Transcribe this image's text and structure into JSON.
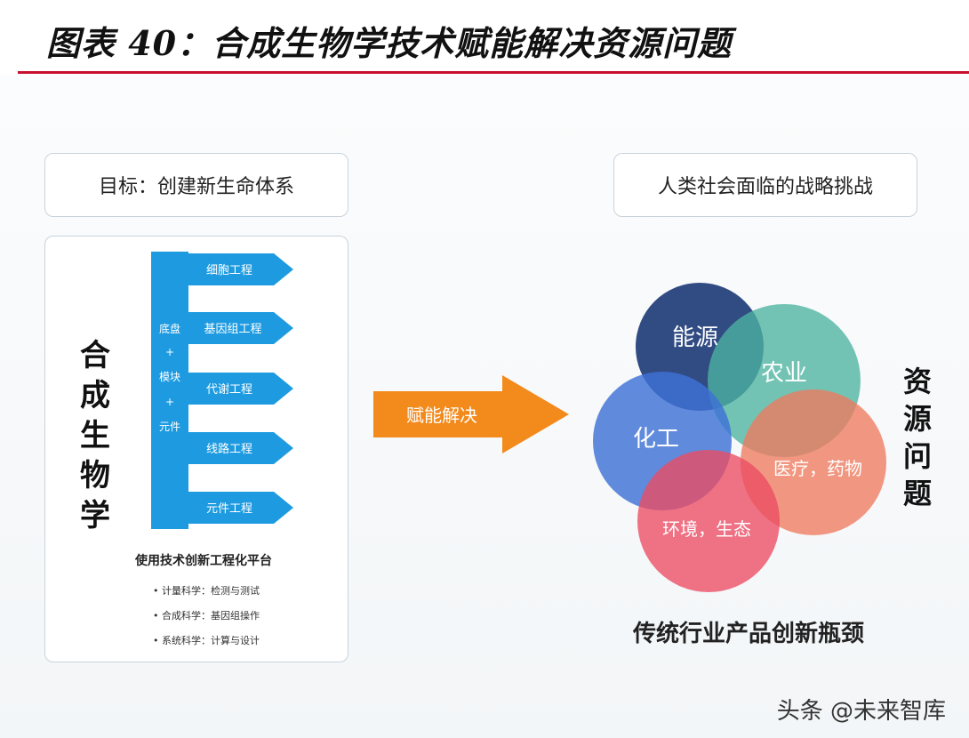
{
  "header": {
    "title": "图表 40：合成生物学技术赋能解决资源问题"
  },
  "left": {
    "goal_label": "目标：创建新生命体系",
    "vertical_label": [
      "合",
      "成",
      "生",
      "物",
      "学"
    ],
    "trunk_labels": [
      "底盘",
      "+",
      "模块",
      "+",
      "元件"
    ],
    "branches": [
      "细胞工程",
      "基因组工程",
      "代谢工程",
      "线路工程",
      "元件工程"
    ],
    "platform": {
      "title": "使用技术创新工程化平台",
      "items": [
        "• 计量科学：检测与测试",
        "• 合成科学：基因组操作",
        "• 系统科学：计算与设计"
      ]
    }
  },
  "center": {
    "arrow_label": "赋能解决"
  },
  "right": {
    "challenge_label": "人类社会面临的战略挑战",
    "vertical_label": [
      "资",
      "源",
      "问",
      "题"
    ],
    "footer": "传统行业产品创新瓶颈",
    "circles": [
      {
        "label": "能源",
        "color": "#1f3c78"
      },
      {
        "label": "农业",
        "color": "#4db3a0"
      },
      {
        "label": "化工",
        "color": "#3e72d6"
      },
      {
        "label": "医疗，药物",
        "color": "#f07a5e"
      },
      {
        "label": "环境，生态",
        "color": "#ec4b63"
      }
    ]
  },
  "watermark": "头条 @未来智库"
}
